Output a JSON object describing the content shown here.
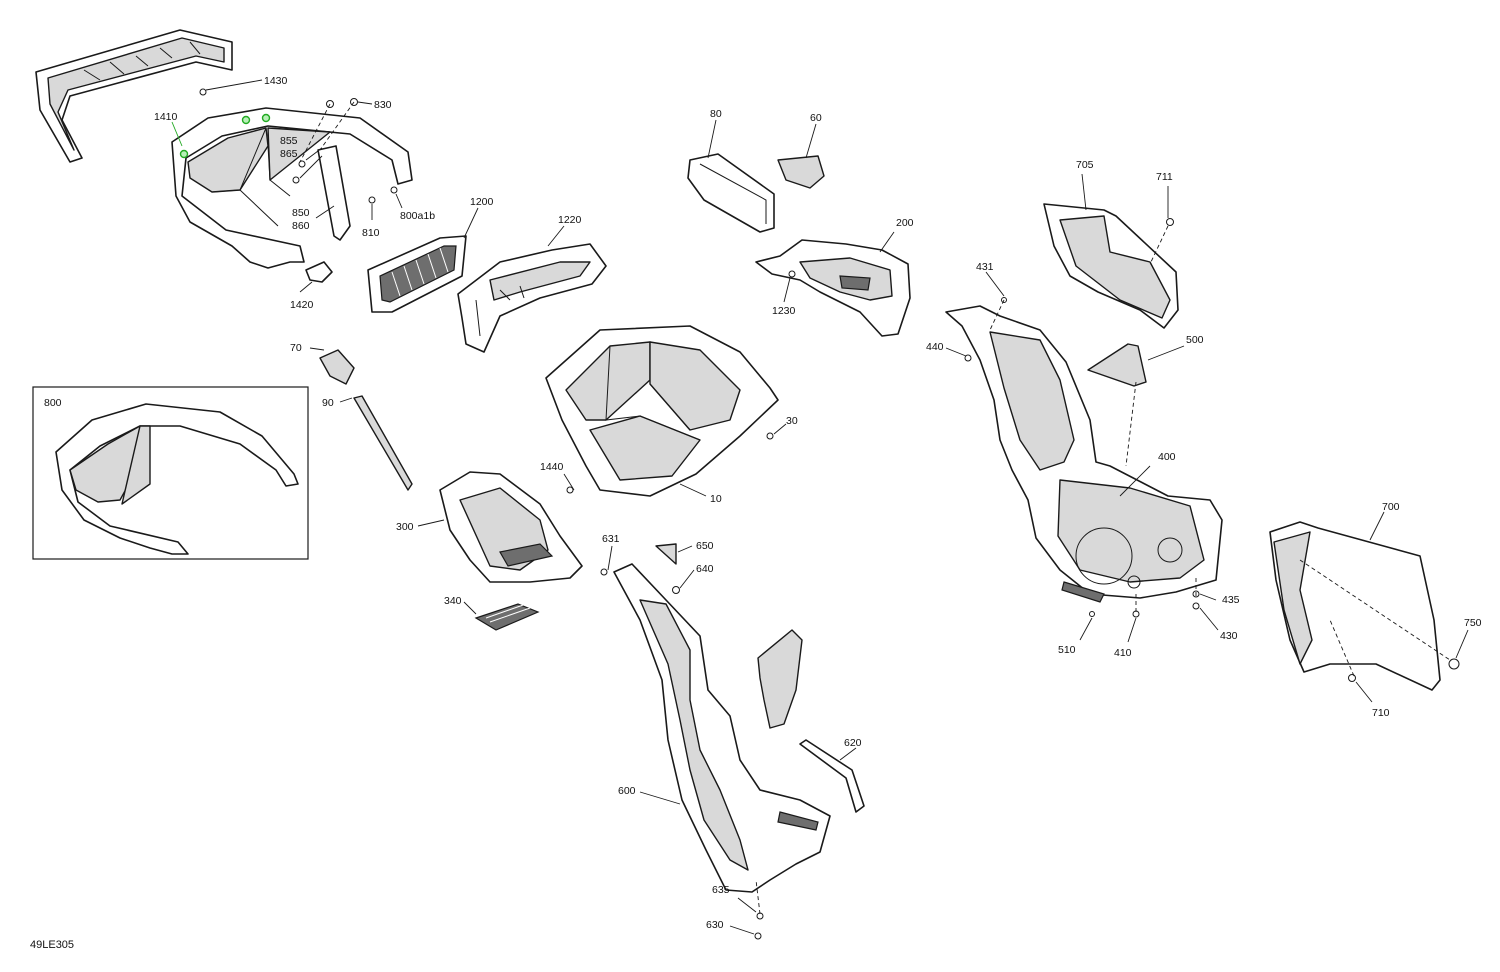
{
  "figure_id": "49LE305",
  "inset_label": "800",
  "callouts": {
    "c1430": "1430",
    "c830": "830",
    "c1410": "1410",
    "c855": "855",
    "c865": "865",
    "c850": "850",
    "c860": "860",
    "c810": "810",
    "c800a1b": "800a1b",
    "c1420": "1420",
    "c1200": "1200",
    "c1220": "1220",
    "c80": "80",
    "c60": "60",
    "c200": "200",
    "c1230": "1230",
    "c705": "705",
    "c711": "711",
    "c431": "431",
    "c440": "440",
    "c500": "500",
    "c70": "70",
    "c90": "90",
    "c30": "30",
    "c1440": "1440",
    "c10": "10",
    "c400": "400",
    "c300": "300",
    "c631": "631",
    "c650": "650",
    "c640": "640",
    "c340": "340",
    "c700": "700",
    "c435": "435",
    "c430": "430",
    "c750": "750",
    "c510": "510",
    "c410": "410",
    "c710": "710",
    "c620": "620",
    "c600": "600",
    "c635": "635",
    "c630": "630"
  },
  "colors": {
    "line": "#1a1a1a",
    "shade": "#d9d9d9",
    "highlight": "#22aa22"
  }
}
